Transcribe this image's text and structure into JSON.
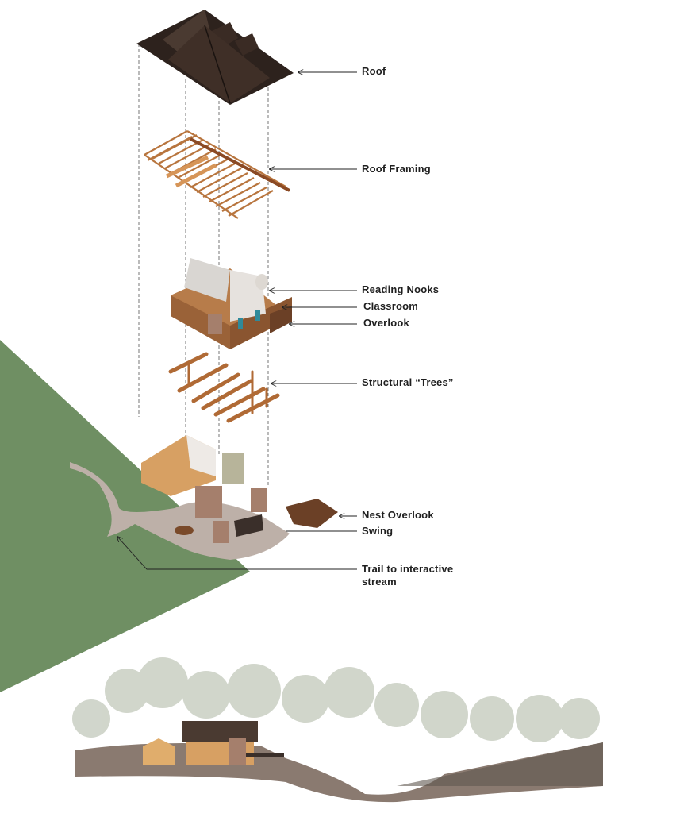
{
  "labels": {
    "roof": "Roof",
    "roof_framing": "Roof Framing",
    "reading_nooks": "Reading Nooks",
    "classroom": "Classroom",
    "overlook": "Overlook",
    "structural_trees": "Structural “Trees”",
    "nest_overlook": "Nest Overlook",
    "swing": "Swing",
    "trail_line1": "Trail to interactive",
    "trail_line2": "stream"
  },
  "colors": {
    "green_wedge": "#6f8f63",
    "roof": "#3a2b24",
    "timber": "#c98a4e",
    "stone": "#a57f6c",
    "plaza": "#bdb0a8",
    "leader": "#222222",
    "terrain": "#8a7a70",
    "trees": "#c9cfc3"
  }
}
